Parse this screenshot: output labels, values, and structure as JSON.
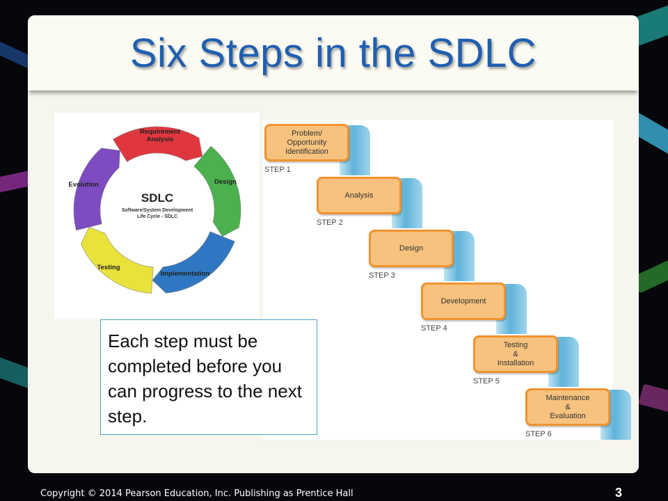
{
  "title": "Six Steps in the SDLC",
  "cycle": {
    "center_title": "SDLC",
    "center_sub_1": "Software/System Development",
    "center_sub_2": "Life Cycle - SDLC",
    "phases": [
      {
        "label_1": "Requirement",
        "label_2": "Analysis",
        "color": "#e0373f"
      },
      {
        "label_1": "Design",
        "label_2": "",
        "color": "#4bb04e"
      },
      {
        "label_1": "Implementation",
        "label_2": "",
        "color": "#2f77c2"
      },
      {
        "label_1": "Testing",
        "label_2": "",
        "color": "#e8e23a"
      },
      {
        "label_1": "Evolution",
        "label_2": "",
        "color": "#7d4cc0"
      }
    ]
  },
  "waterfall": {
    "steps": [
      {
        "name": "Problem/\nOpportunity\nIdentification",
        "label": "STEP 1"
      },
      {
        "name": "Analysis",
        "label": "STEP 2"
      },
      {
        "name": "Design",
        "label": "STEP 3"
      },
      {
        "name": "Development",
        "label": "STEP 4"
      },
      {
        "name": "Testing\n&\nInstallation",
        "label": "STEP 5"
      },
      {
        "name": "Maintenance\n&\nEvaluation",
        "label": "STEP 6"
      }
    ]
  },
  "callout": "Each step must be completed before you can progress to the next step.",
  "footer": "Copyright © 2014 Pearson Education, Inc. Publishing as Prentice Hall",
  "page_number": "3",
  "colors": {
    "title": "#1f5fb0",
    "box_fill": "#f6c27e",
    "box_border": "#f0932e",
    "callout_border": "#4aa3c8"
  }
}
